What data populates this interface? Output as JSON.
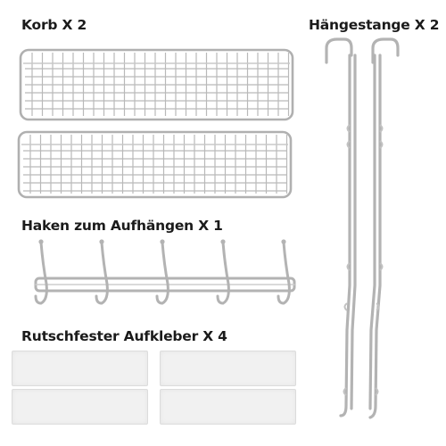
{
  "labels": {
    "korb": "Korb X 2",
    "haengestange": "Hängestange X 2",
    "haken": "Haken zum Aufhängen X 1",
    "aufkleber": "Rutschfester Aufkleber X 4"
  },
  "components": [
    {
      "name": "Korb",
      "count": 2
    },
    {
      "name": "Hängestange",
      "count": 2
    },
    {
      "name": "Haken zum Aufhängen",
      "count": 1
    },
    {
      "name": "Rutschfester Aufkleber",
      "count": 4
    }
  ],
  "colors": {
    "background": "#ffffff",
    "label_text": "#1b1b1b",
    "wire": "#b9b9b9",
    "sticker": "#f1f1f1"
  }
}
